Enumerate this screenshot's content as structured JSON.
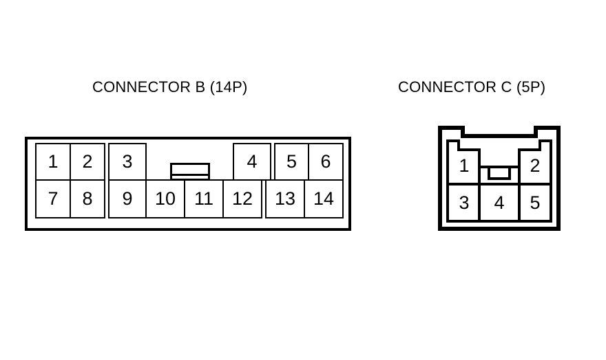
{
  "diagram": {
    "title": "",
    "background_color": "#ffffff",
    "line_color": "#000000",
    "connectors": [
      {
        "id": "b",
        "label": "CONNECTOR B (14P)",
        "pin_count": 14,
        "shape": "rectangular",
        "rows": [
          {
            "row": "top",
            "pins": [
              "1",
              "2",
              "3",
              "4",
              "5",
              "6"
            ],
            "has_center_latch": true
          },
          {
            "row": "bottom",
            "pins": [
              "7",
              "8",
              "9",
              "10",
              "11",
              "12",
              "13",
              "14"
            ],
            "has_center_latch": false
          }
        ],
        "center_key": "latch-tab"
      },
      {
        "id": "c",
        "label": "CONNECTOR C (5P)",
        "pin_count": 5,
        "shape": "notched-rectangular",
        "rows": [
          {
            "row": "top",
            "pins": [
              "1",
              "2"
            ],
            "has_center_latch": true
          },
          {
            "row": "bottom",
            "pins": [
              "3",
              "4",
              "5"
            ],
            "has_center_latch": false
          }
        ],
        "center_key": "latch-tab"
      }
    ]
  }
}
